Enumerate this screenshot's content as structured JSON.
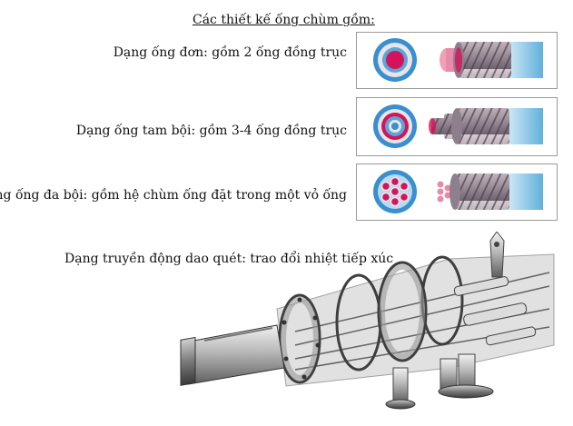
{
  "title": "Các thiết kế ống chùm gồm:",
  "designs": [
    {
      "label": "Dạng ống đơn: gồm 2 ống đồng trục",
      "icon": "single-tube-cross-section-icon"
    },
    {
      "label": "Dạng ống tam bội: gồm 3-4 ống đồng trục",
      "icon": "triple-tube-cross-section-icon"
    },
    {
      "label": "Dạng ống đa bội: gồm hệ chùm ống đặt trong một vỏ ống",
      "icon": "multi-tube-cross-section-icon"
    },
    {
      "label": "Dạng truyền động dao quét: trao đổi nhiệt tiếp xúc",
      "icon": "scraped-surface-heat-exchanger-illustration"
    }
  ],
  "colors": {
    "hot": "#d4145a",
    "cool": "#4fa8d8",
    "shell": "#a89aa4",
    "frame": "#9a9a9a"
  }
}
